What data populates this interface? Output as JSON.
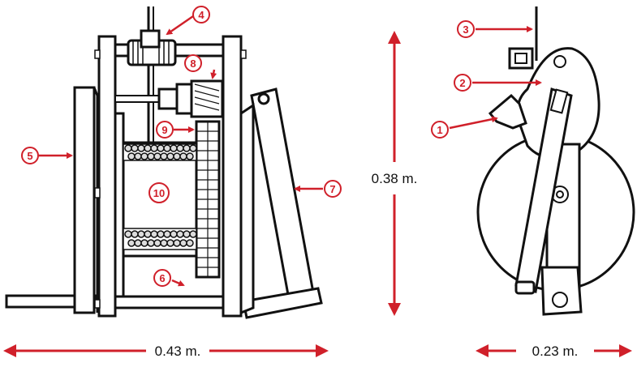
{
  "colors": {
    "outline": "#111111",
    "fill": "#ffffff",
    "accent": "#d0202a",
    "shade": "#dcdcdc"
  },
  "dimensions": {
    "width_front": "0.43 m.",
    "height": "0.38 m.",
    "width_side": "0.23 m."
  },
  "callouts": [
    {
      "id": "1",
      "label": "①"
    },
    {
      "id": "2",
      "label": "②"
    },
    {
      "id": "3",
      "label": "③"
    },
    {
      "id": "4",
      "label": "④"
    },
    {
      "id": "5",
      "label": "⑤"
    },
    {
      "id": "6",
      "label": "⑥"
    },
    {
      "id": "7",
      "label": "⑦"
    },
    {
      "id": "8",
      "label": "⑧"
    },
    {
      "id": "9",
      "label": "⑨"
    },
    {
      "id": "10",
      "label": "⑩"
    }
  ]
}
